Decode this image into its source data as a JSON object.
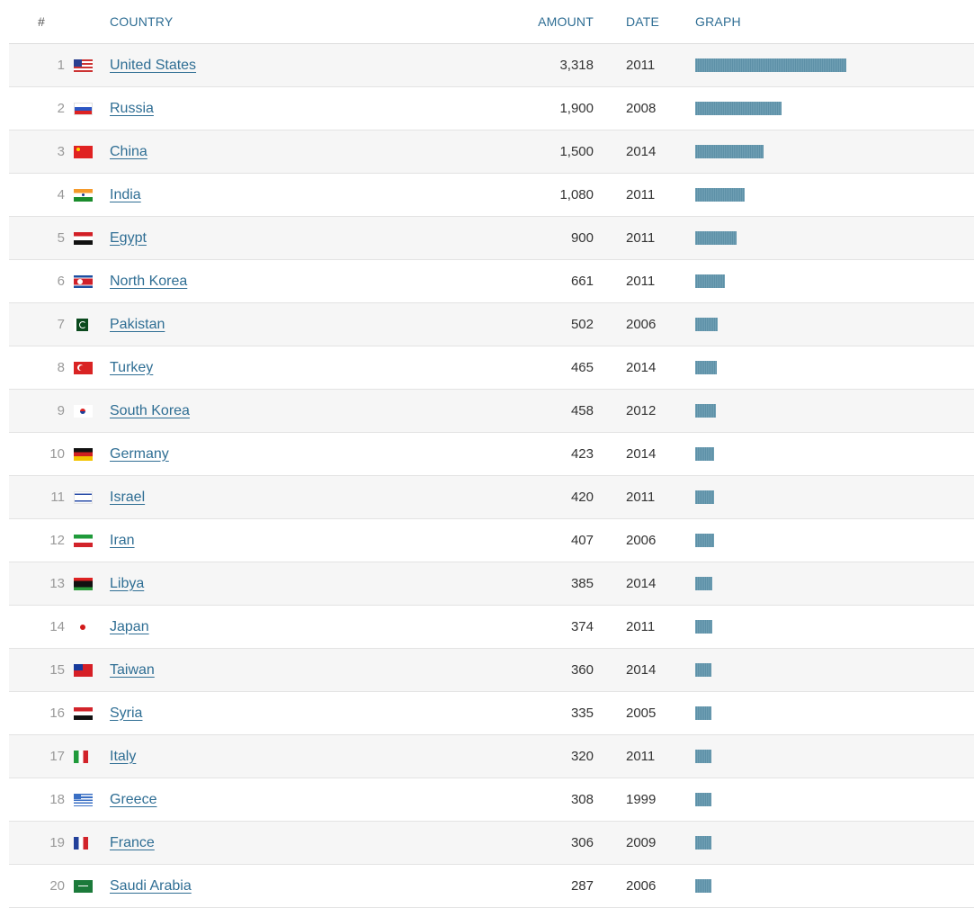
{
  "header": {
    "rank": "#",
    "country": "COUNTRY",
    "amount": "AMOUNT",
    "date": "DATE",
    "graph": "GRAPH"
  },
  "bar_color": "#6f9fb4",
  "link_color": "#2f6e94",
  "rows": [
    {
      "rank": "1",
      "flag": "us-flag-icon",
      "country": "United States",
      "amount": "3,318",
      "value": 3318,
      "date": "2011"
    },
    {
      "rank": "2",
      "flag": "ru-flag-icon",
      "country": "Russia",
      "amount": "1,900",
      "value": 1900,
      "date": "2008"
    },
    {
      "rank": "3",
      "flag": "cn-flag-icon",
      "country": "China",
      "amount": "1,500",
      "value": 1500,
      "date": "2014"
    },
    {
      "rank": "4",
      "flag": "in-flag-icon",
      "country": "India",
      "amount": "1,080",
      "value": 1080,
      "date": "2011"
    },
    {
      "rank": "5",
      "flag": "eg-flag-icon",
      "country": "Egypt",
      "amount": "900",
      "value": 900,
      "date": "2011"
    },
    {
      "rank": "6",
      "flag": "kp-flag-icon",
      "country": "North Korea",
      "amount": "661",
      "value": 661,
      "date": "2011"
    },
    {
      "rank": "7",
      "flag": "pk-flag-icon",
      "country": "Pakistan",
      "amount": "502",
      "value": 502,
      "date": "2006"
    },
    {
      "rank": "8",
      "flag": "tr-flag-icon",
      "country": "Turkey",
      "amount": "465",
      "value": 465,
      "date": "2014"
    },
    {
      "rank": "9",
      "flag": "kr-flag-icon",
      "country": "South Korea",
      "amount": "458",
      "value": 458,
      "date": "2012"
    },
    {
      "rank": "10",
      "flag": "de-flag-icon",
      "country": "Germany",
      "amount": "423",
      "value": 423,
      "date": "2014"
    },
    {
      "rank": "11",
      "flag": "il-flag-icon",
      "country": "Israel",
      "amount": "420",
      "value": 420,
      "date": "2011"
    },
    {
      "rank": "12",
      "flag": "ir-flag-icon",
      "country": "Iran",
      "amount": "407",
      "value": 407,
      "date": "2006"
    },
    {
      "rank": "13",
      "flag": "ly-flag-icon",
      "country": "Libya",
      "amount": "385",
      "value": 385,
      "date": "2014"
    },
    {
      "rank": "14",
      "flag": "jp-flag-icon",
      "country": "Japan",
      "amount": "374",
      "value": 374,
      "date": "2011"
    },
    {
      "rank": "15",
      "flag": "tw-flag-icon",
      "country": "Taiwan",
      "amount": "360",
      "value": 360,
      "date": "2014"
    },
    {
      "rank": "16",
      "flag": "sy-flag-icon",
      "country": "Syria",
      "amount": "335",
      "value": 335,
      "date": "2005"
    },
    {
      "rank": "17",
      "flag": "it-flag-icon",
      "country": "Italy",
      "amount": "320",
      "value": 320,
      "date": "2011"
    },
    {
      "rank": "18",
      "flag": "gr-flag-icon",
      "country": "Greece",
      "amount": "308",
      "value": 308,
      "date": "1999"
    },
    {
      "rank": "19",
      "flag": "fr-flag-icon",
      "country": "France",
      "amount": "306",
      "value": 306,
      "date": "2009"
    },
    {
      "rank": "20",
      "flag": "sa-flag-icon",
      "country": "Saudi Arabia",
      "amount": "287",
      "value": 287,
      "date": "2006"
    }
  ]
}
